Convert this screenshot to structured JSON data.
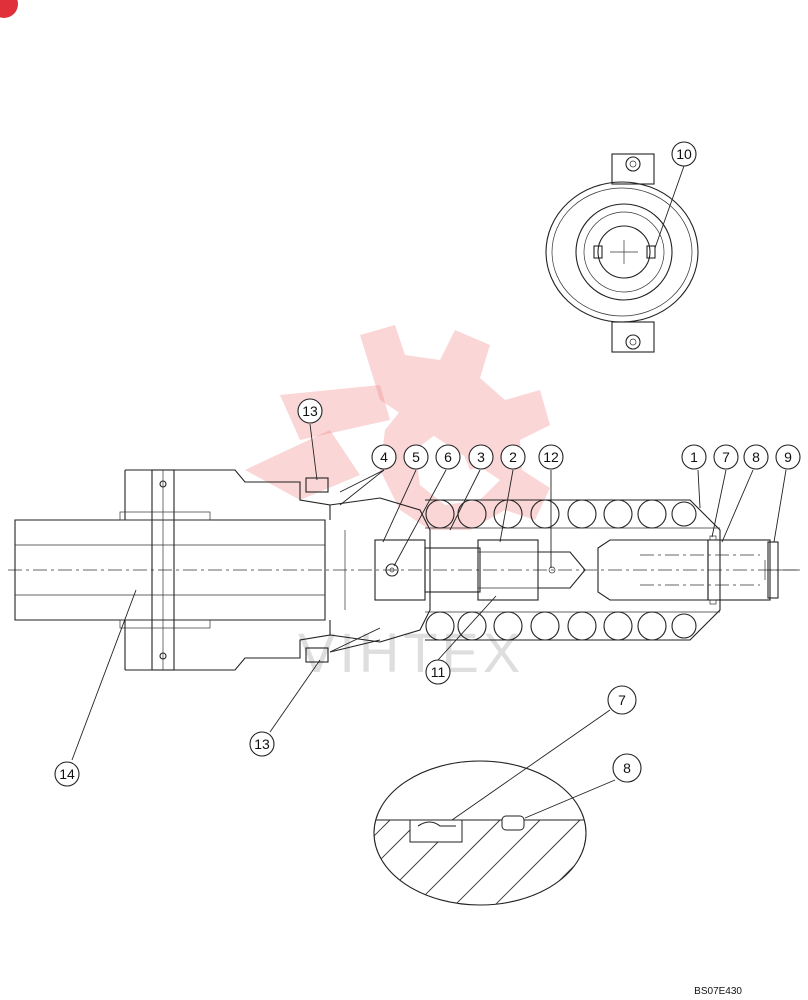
{
  "drawing": {
    "code": "BS07E430",
    "watermark_text": "VIHTEX"
  },
  "callouts": [
    {
      "id": "c1",
      "label": "1"
    },
    {
      "id": "c2",
      "label": "2"
    },
    {
      "id": "c3",
      "label": "3"
    },
    {
      "id": "c4",
      "label": "4"
    },
    {
      "id": "c5",
      "label": "5"
    },
    {
      "id": "c6",
      "label": "6"
    },
    {
      "id": "c7",
      "label": "7"
    },
    {
      "id": "c8",
      "label": "8"
    },
    {
      "id": "c9",
      "label": "9"
    },
    {
      "id": "c10",
      "label": "10"
    },
    {
      "id": "c11",
      "label": "11"
    },
    {
      "id": "c12",
      "label": "12"
    },
    {
      "id": "c13a",
      "label": "13"
    },
    {
      "id": "c13b",
      "label": "13"
    },
    {
      "id": "c14",
      "label": "14"
    },
    {
      "id": "c7d",
      "label": "7"
    },
    {
      "id": "c8d",
      "label": "8"
    }
  ],
  "colors": {
    "line": "#222222",
    "watermark": "#f08a8a",
    "corner_badge": "#e0303a"
  }
}
